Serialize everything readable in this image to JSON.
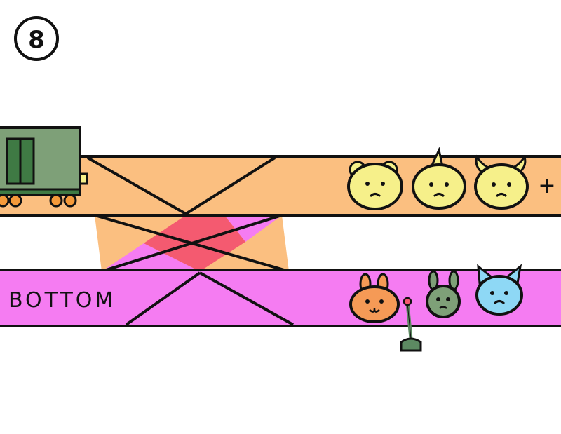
{
  "puzzle": {
    "number": "8",
    "bottom_track_label": "BOTTOM",
    "plus_symbol": "+"
  },
  "colors": {
    "top_track": "#fbbf80",
    "bottom_track": "#f57cf2",
    "overlap": "#f45a70",
    "train": "#7ea078",
    "wheels": "#f59a3a",
    "lever": "#5d8a62",
    "lever_knob": "#f45a70",
    "outline": "#111111"
  },
  "train": {
    "icon": "train-car-icon",
    "facing": "right"
  },
  "top_track": {
    "passengers": [
      {
        "name": "bear-face-icon",
        "color": "#f6f08a"
      },
      {
        "name": "unicorn-face-icon",
        "color": "#f6f08a"
      },
      {
        "name": "cow-face-icon",
        "color": "#f6f08a"
      }
    ]
  },
  "bottom_track": {
    "passengers": [
      {
        "name": "bunny-face-icon",
        "color": "#f59a56"
      },
      {
        "name": "donkey-face-icon",
        "color": "#7ea078"
      },
      {
        "name": "cat-face-icon",
        "color": "#8ed8f5"
      }
    ]
  },
  "lever": {
    "icon": "switch-lever-icon",
    "state": "not pulled"
  }
}
